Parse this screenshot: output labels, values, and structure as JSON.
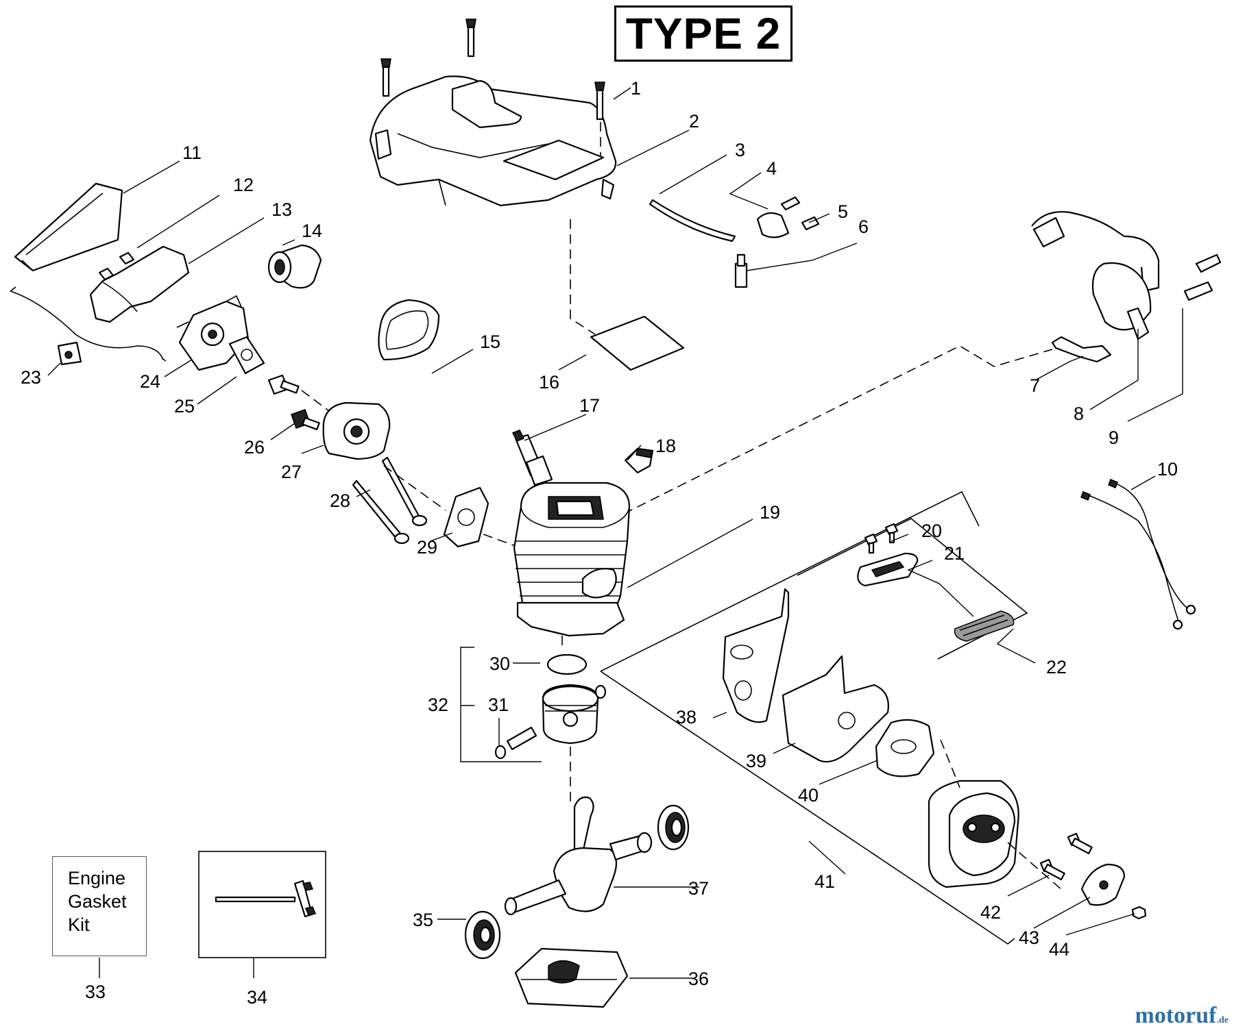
{
  "diagram": {
    "title": "TYPE 2",
    "kit_label_lines": [
      "Engine",
      "Gasket",
      "Kit"
    ],
    "watermark": "motoruf",
    "watermark_suffix": ".de",
    "callouts": [
      "1",
      "2",
      "3",
      "4",
      "5",
      "6",
      "7",
      "8",
      "9",
      "10",
      "11",
      "12",
      "13",
      "14",
      "15",
      "16",
      "17",
      "18",
      "19",
      "20",
      "21",
      "22",
      "23",
      "24",
      "25",
      "26",
      "27",
      "28",
      "29",
      "30",
      "31",
      "32",
      "33",
      "34",
      "35",
      "36",
      "37",
      "38",
      "39",
      "40",
      "41",
      "42",
      "43",
      "44"
    ]
  }
}
